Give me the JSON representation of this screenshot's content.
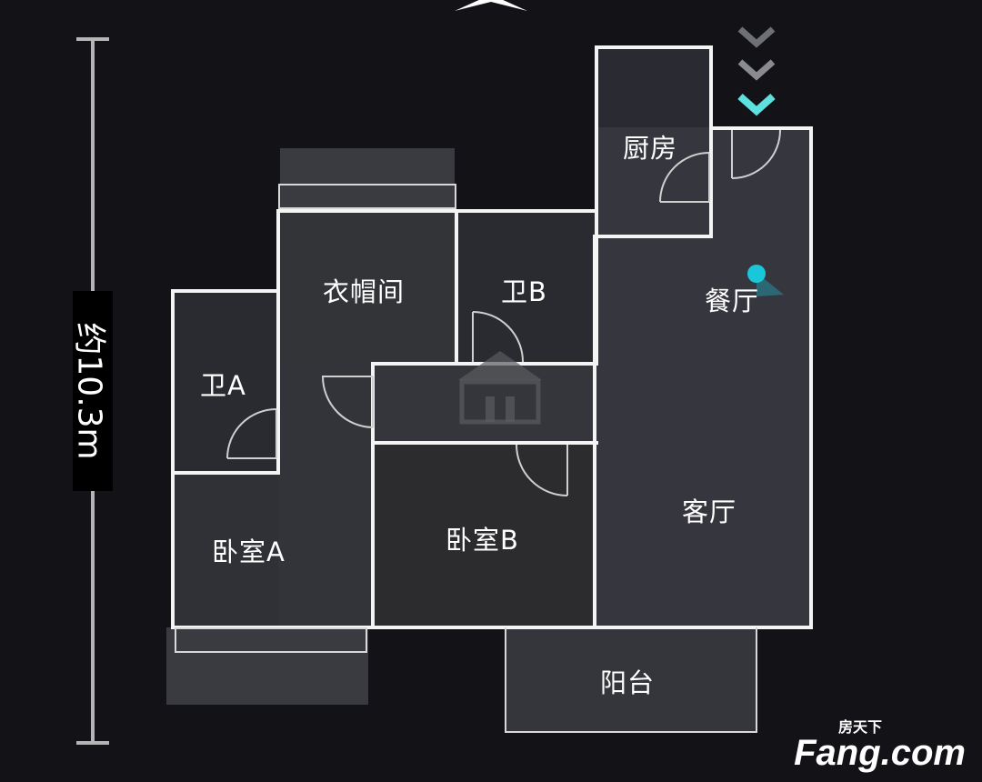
{
  "measure": {
    "label": "约10.3m"
  },
  "rooms": {
    "kitchen": "厨房",
    "dining": "餐厅",
    "bath_b": "卫B",
    "cloakroom": "衣帽间",
    "bath_a": "卫A",
    "bedroom_a": "卧室A",
    "bedroom_b": "卧室B",
    "living": "客厅",
    "balcony": "阳台"
  },
  "watermark": {
    "cn": "房天下",
    "en": "Fang.com"
  },
  "colors": {
    "background": "#131317",
    "wall": "#f4f4f4",
    "entrance_arrow": "#5fe0e0",
    "viewpoint_dot": "#19c7d8"
  },
  "icons": {
    "entrance": "entrance-arrow-icon",
    "viewpoint": "viewpoint-dot-icon",
    "north": "north-indicator-icon"
  }
}
